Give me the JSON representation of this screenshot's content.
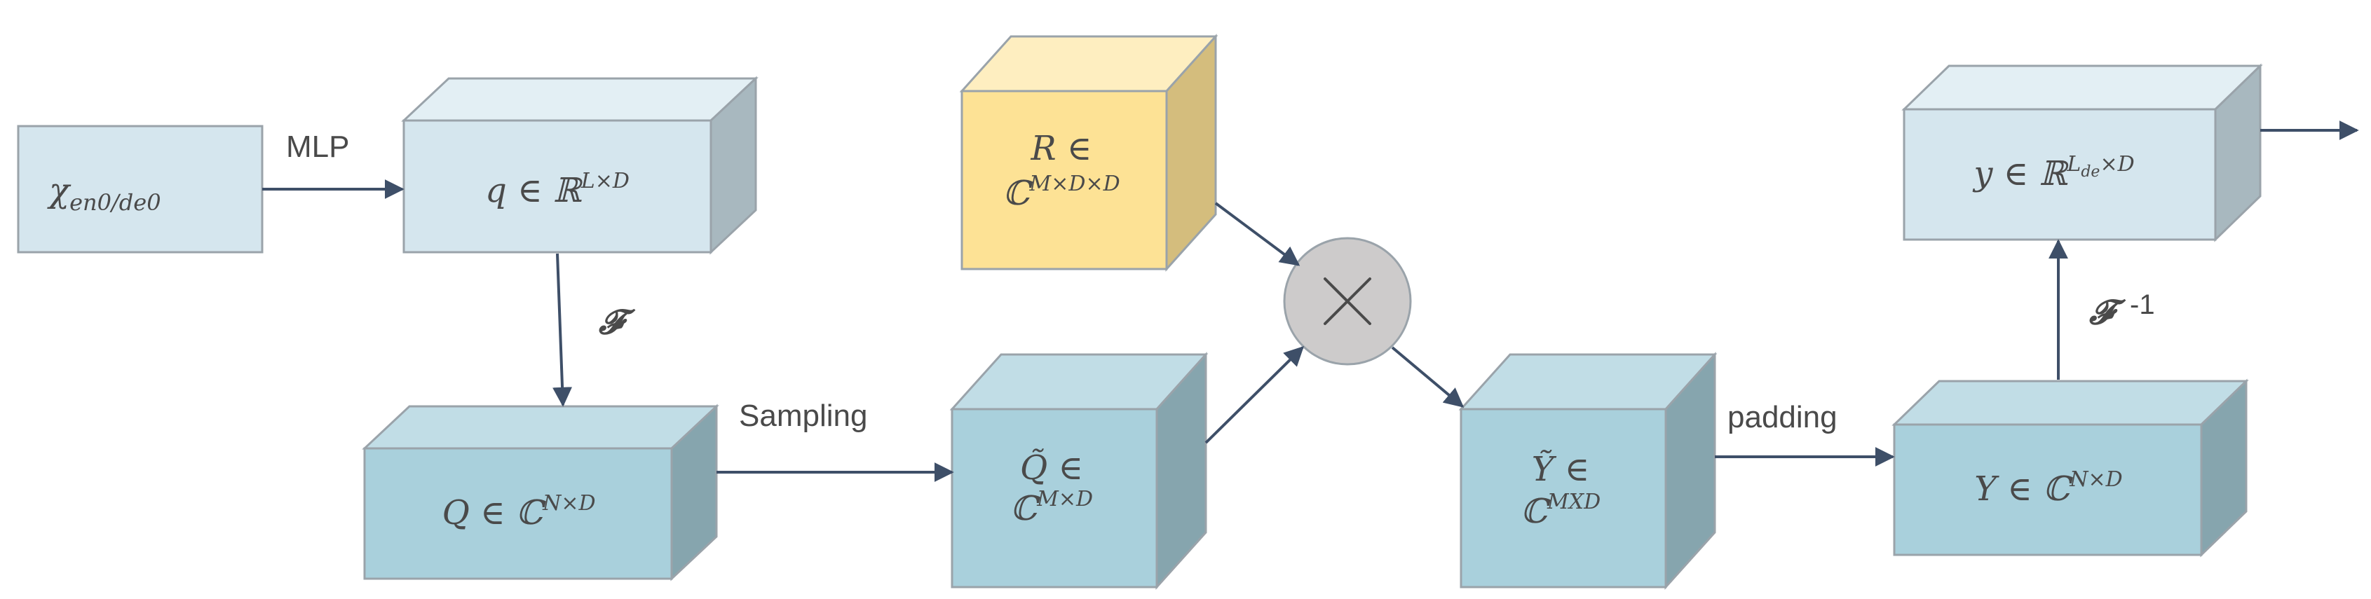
{
  "nodes": {
    "input": {
      "main": "χ",
      "sub": "en0/de0"
    },
    "q_time": {
      "main": "q ∈ ℝ",
      "sup": "L×D"
    },
    "Q_freq": {
      "main": "Q ∈ ℂ",
      "sup": "N×D"
    },
    "R": {
      "line1": "R ∈",
      "line2_main": "ℂ",
      "line2_sup": "M×D×D"
    },
    "Q_tilde": {
      "line1": "Q̃ ∈",
      "line2_main": "ℂ",
      "line2_sup": "M×D"
    },
    "multiply": {
      "symbol": "×"
    },
    "Y_tilde": {
      "line1": "Ỹ ∈",
      "line2_main": "ℂ",
      "line2_sup": "MXD"
    },
    "Y_freq": {
      "main": "Y ∈ ℂ",
      "sup": "N×D"
    },
    "y_out": {
      "main": "y ∈ ℝ",
      "sup": "L",
      "subsup": "de",
      "sup_tail": "×D"
    }
  },
  "edges": {
    "mlp": "MLP",
    "fourier": "𝓕",
    "sampling": "Sampling",
    "padding": "padding",
    "inverse_fourier": "𝓕",
    "inverse_fourier_exp": "-1"
  },
  "colors": {
    "light_box": "#d5e6ee",
    "mid_box": "#a9d0dc",
    "yellow_box": "#fde295",
    "circle": "#cdcbcb",
    "arrow": "#3e4f68",
    "text": "#4a4a4a"
  }
}
